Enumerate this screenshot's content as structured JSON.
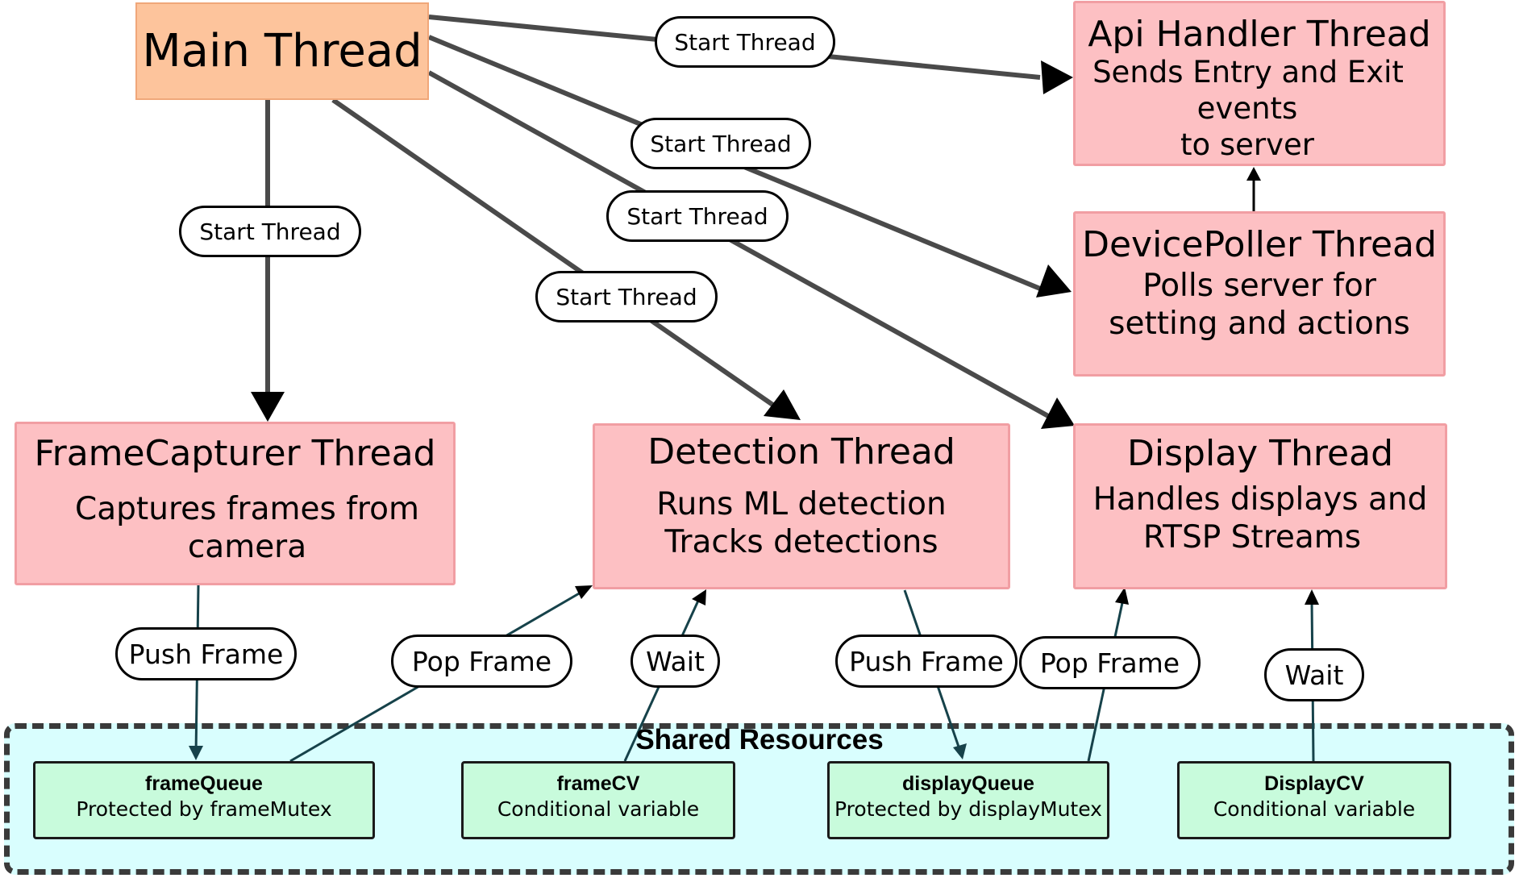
{
  "main_thread": {
    "title": "Main Thread"
  },
  "threads": {
    "api": {
      "title": "Api Handler Thread",
      "desc_lines": [
        "Sends Entry and Exit",
        "events",
        "to server"
      ]
    },
    "poller": {
      "title": "DevicePoller Thread",
      "desc_lines": [
        "Polls server for",
        "setting and actions"
      ]
    },
    "capturer": {
      "title": "FrameCapturer Thread",
      "desc_lines": [
        "Captures frames from",
        "camera"
      ]
    },
    "detection": {
      "title": "Detection Thread",
      "desc_lines": [
        "Runs ML detection",
        "Tracks detections"
      ]
    },
    "display": {
      "title": "Display Thread",
      "desc_lines": [
        "Handles displays and",
        "RTSP Streams"
      ]
    }
  },
  "shared": {
    "title": "Shared Resources",
    "resources": [
      {
        "name": "frameQueue",
        "desc": "Protected by frameMutex"
      },
      {
        "name": "frameCV",
        "desc": "Conditional variable"
      },
      {
        "name": "displayQueue",
        "desc": "Protected by displayMutex"
      },
      {
        "name": "DisplayCV",
        "desc": "Conditional variable"
      }
    ]
  },
  "edge_labels": {
    "start_api": "Start Thread",
    "start_poller": "Start Thread",
    "start_display": "Start Thread",
    "start_capturer": "Start Thread",
    "start_detection": "Start Thread",
    "push_frame_1": "Push Frame",
    "pop_frame_1": "Pop Frame",
    "wait_1": "Wait",
    "push_frame_2": "Push Frame",
    "pop_frame_2": "Pop Frame",
    "wait_2": "Wait"
  },
  "colors": {
    "main_fill": "#fdc49c",
    "thread_fill": "#fdc0c3",
    "thread_border": "#f19ea3",
    "shared_fill": "#d9fefe",
    "resource_fill": "#c8fbdc",
    "start_edge": "#4a4a4a",
    "data_edge": "#16424a"
  }
}
